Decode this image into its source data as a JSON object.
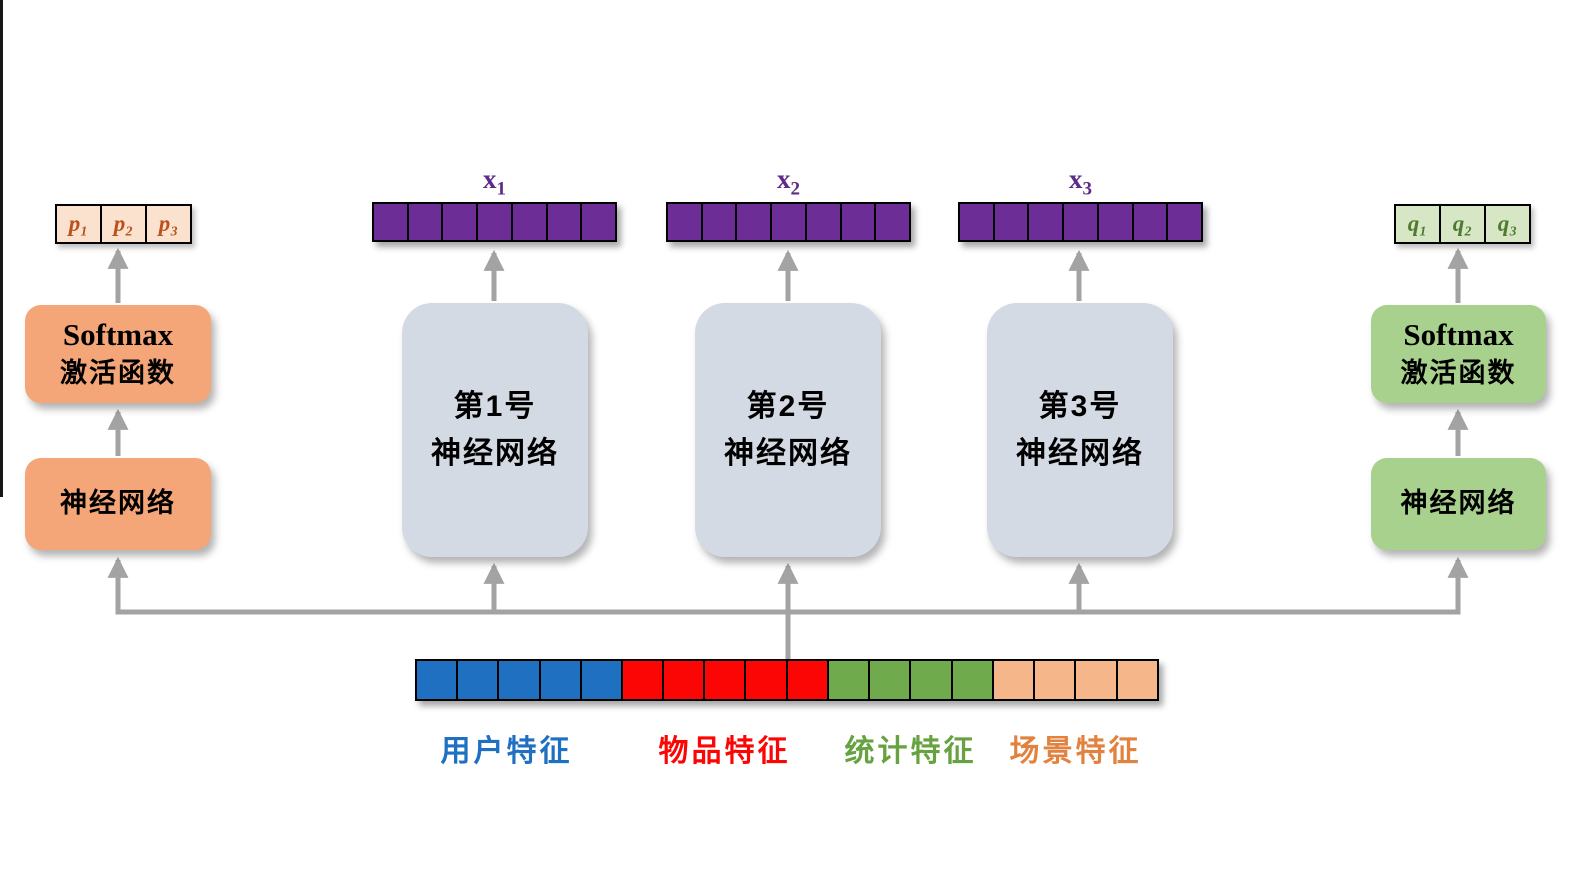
{
  "colors": {
    "purple": "#6d2d96",
    "purple_text": "#5e2a87",
    "orange_box": "#f4a678",
    "orange_cell_bg": "#fbe2cf",
    "orange_text": "#b8511c",
    "green_box": "#a9d18e",
    "green_cell_bg": "#d7e7c6",
    "green_text": "#4f7a30",
    "gray_box": "#d4dae3",
    "arrow": "#a3a3a3",
    "user_blue": "#1f70c1",
    "item_red": "#fb0505",
    "stat_green": "#6faa4c",
    "scene_orange": "#f5b78a",
    "stat_label": "#66a23f",
    "scene_label": "#e2823f"
  },
  "left_tower": {
    "softmax_line1": "Softmax",
    "softmax_line2": "激活函数",
    "nn_label": "神经网络",
    "outputs": [
      "p₁",
      "p₂",
      "p₃"
    ]
  },
  "right_tower": {
    "softmax_line1": "Softmax",
    "softmax_line2": "激活函数",
    "nn_label": "神经网络",
    "outputs": [
      "q₁",
      "q₂",
      "q₃"
    ]
  },
  "experts": [
    {
      "line1": "第1号",
      "line2": "神经网络",
      "vector_label_base": "x",
      "vector_label_sub": "1",
      "vector_cells": 7
    },
    {
      "line1": "第2号",
      "line2": "神经网络",
      "vector_label_base": "x",
      "vector_label_sub": "2",
      "vector_cells": 7
    },
    {
      "line1": "第3号",
      "line2": "神经网络",
      "vector_label_base": "x",
      "vector_label_sub": "3",
      "vector_cells": 7
    }
  ],
  "input_features": {
    "groups": [
      {
        "label": "用户特征",
        "cells": 5
      },
      {
        "label": "物品特征",
        "cells": 5
      },
      {
        "label": "统计特征",
        "cells": 4
      },
      {
        "label": "场景特征",
        "cells": 4
      }
    ]
  }
}
